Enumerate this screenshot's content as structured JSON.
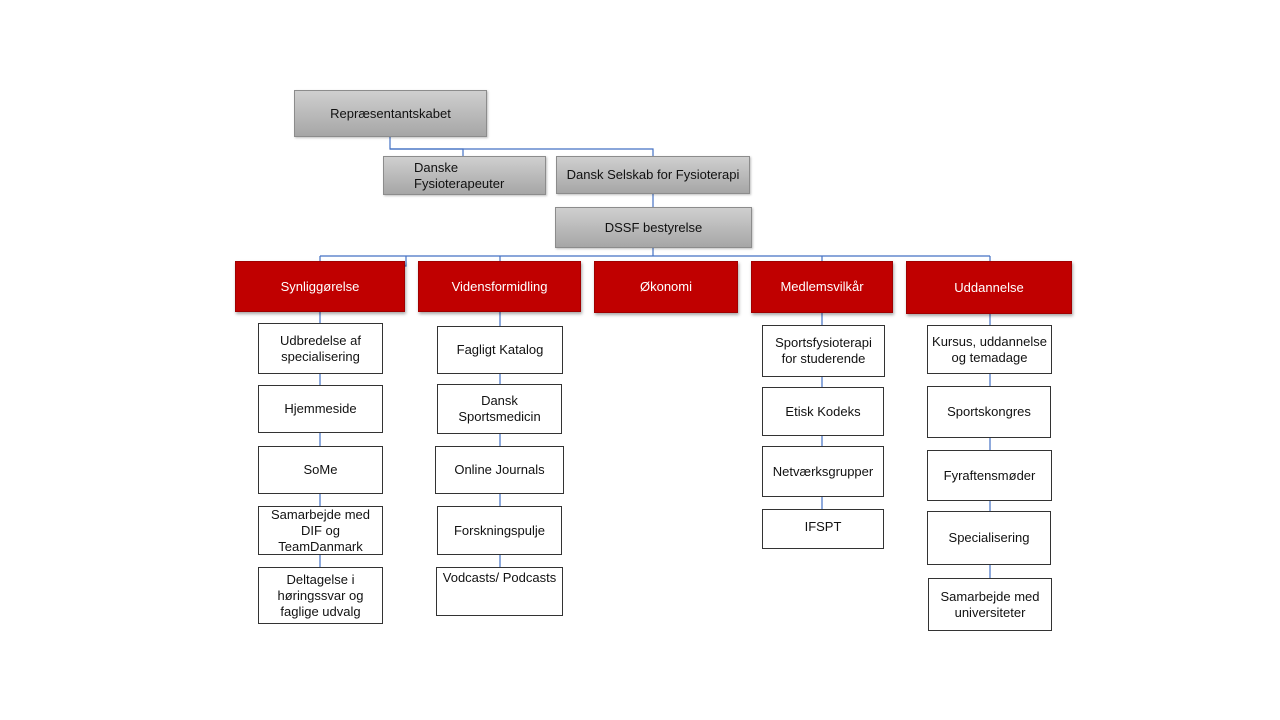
{
  "top": {
    "representantskabet": "Repræsentantskabet",
    "danske_fysioterapeuter": "Danske Fysioterapeuter",
    "dssf": "Dansk Selskab for Fysioterapi",
    "bestyrelse": "DSSF bestyrelse"
  },
  "areas": [
    {
      "label": "Synliggørelse",
      "items": [
        "Udbredelse af specialisering",
        "Hjemmeside",
        "SoMe",
        "Samarbejde med DIF og TeamDanmark",
        "Deltagelse i høringssvar og faglige udvalg"
      ]
    },
    {
      "label": "Vidensformidling",
      "items": [
        "Fagligt Katalog",
        "Dansk Sportsmedicin",
        "Online Journals",
        "Forskningspulje",
        "Vodcasts/ Podcasts"
      ]
    },
    {
      "label": "Økonomi",
      "items": []
    },
    {
      "label": "Medlemsvilkår",
      "items": [
        "Sportsfysioterapi for studerende",
        "Etisk Kodeks",
        "Netværksgrupper",
        "IFSPT"
      ]
    },
    {
      "label": "Uddannelse",
      "items": [
        "Kursus, uddannelse og temadage",
        "Sportskongres",
        "Fyraftensmøder",
        "Specialisering",
        "Samarbejde med universiteter"
      ]
    }
  ],
  "colors": {
    "connector": "#4472c4",
    "area_fill": "#c00000",
    "top_fill": "#a6a6a6"
  }
}
